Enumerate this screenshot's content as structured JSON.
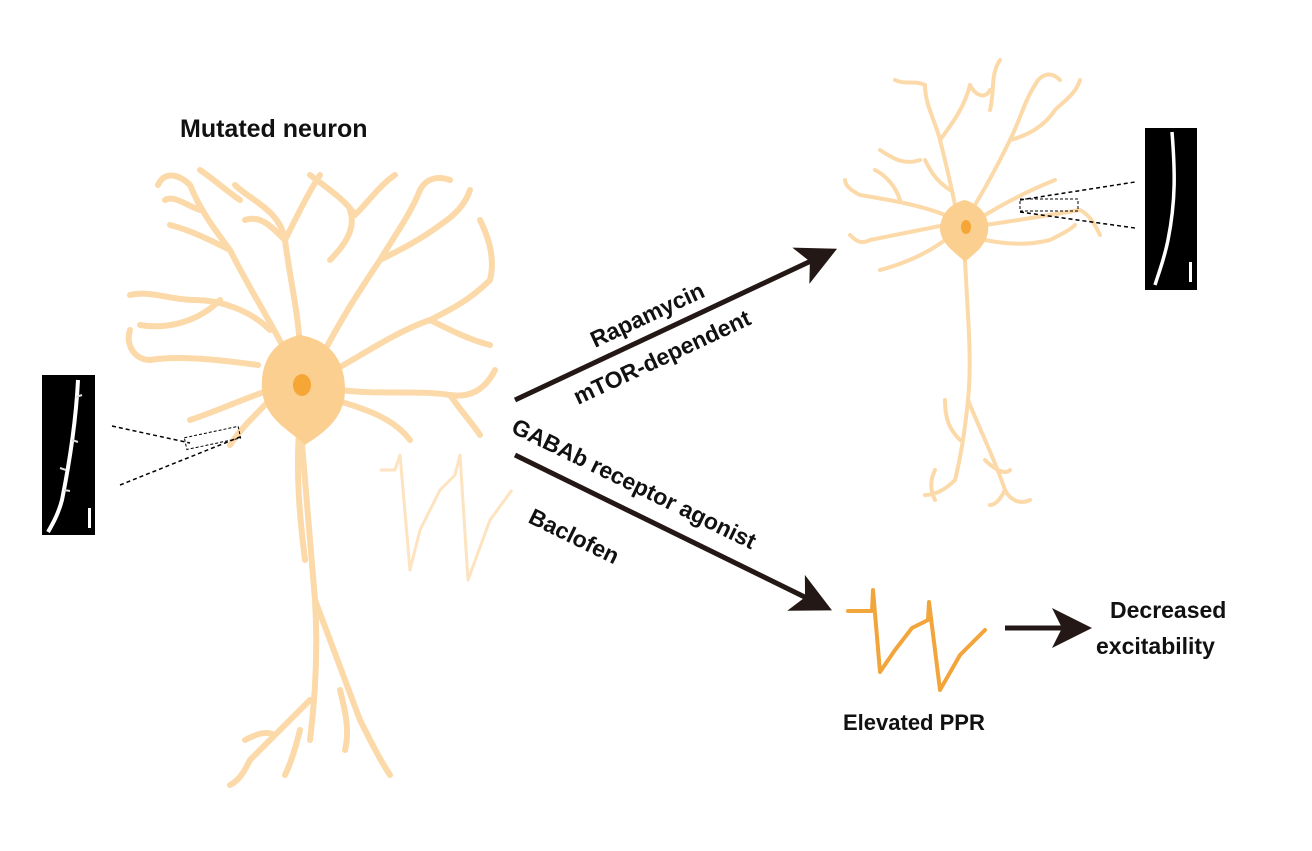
{
  "title": "Mutated neuron",
  "upper_arrow": {
    "line1": "Rapamycin",
    "line2": "mTOR-dependent"
  },
  "lower_arrow": {
    "line1": "GABAb receptor agonist",
    "line2": "Baclofen"
  },
  "ppr_label": "Elevated PPR",
  "outcome": {
    "line1": "Decreased",
    "line2": "excitability"
  },
  "colors": {
    "dendrite": "#fcd9a8",
    "soma": "#fbcf90",
    "nucleus": "#f5a635",
    "trace": "#f2a53a",
    "arrow": "#231815"
  }
}
